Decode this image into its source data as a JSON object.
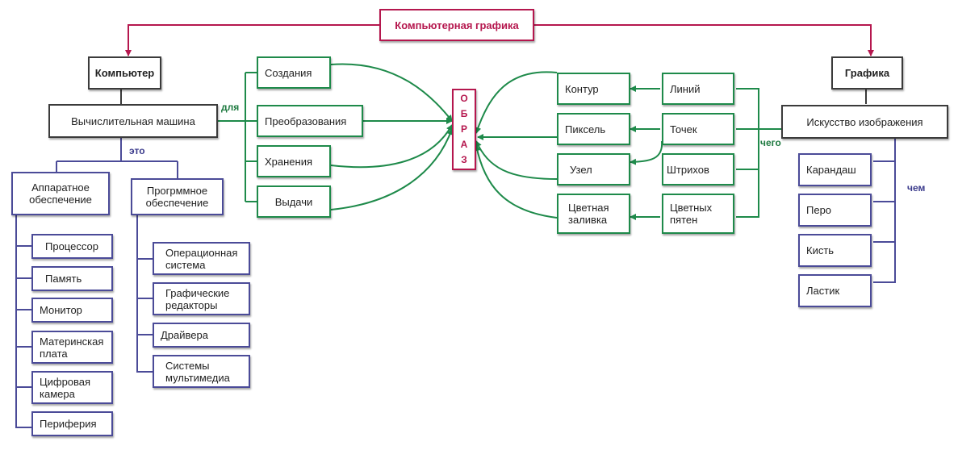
{
  "title": "Компьютерная графика",
  "computer": {
    "title": "Компьютер",
    "machine": "Вычислительная машина",
    "link_label": "это",
    "hardware": {
      "title": "Аппаратное обеспечение",
      "items": [
        "Процессор",
        "Память",
        "Монитор",
        "Материнская плата",
        "Цифровая камера",
        "Периферия"
      ]
    },
    "software": {
      "title": "Прогрммное обеспечение",
      "items": [
        "Операционная система",
        "Графические редакторы",
        "Драйвера",
        "Системы мультимедиа"
      ]
    }
  },
  "purpose": {
    "link_label": "для",
    "items": [
      "Создания",
      "Преобразования",
      "Хранения",
      "Выдачи"
    ]
  },
  "image_word": [
    "О",
    "Б",
    "Р",
    "А",
    "З"
  ],
  "elements": {
    "items": [
      "Контур",
      "Пиксель",
      "Узел",
      "Цветная заливка"
    ]
  },
  "sources": {
    "link_label": "чего",
    "items": [
      "Линий",
      "Точек",
      "Штрихов",
      "Цветных пятен"
    ]
  },
  "graphics": {
    "title": "Графика",
    "art": "Искусство изображения",
    "link_label": "чем",
    "tools": [
      "Карандаш",
      "Перо",
      "Кисть",
      "Ластик"
    ]
  },
  "colors": {
    "red": "#b5174e",
    "green": "#1e8a4a",
    "blue": "#4b4b98",
    "black": "#3b3b3b"
  }
}
